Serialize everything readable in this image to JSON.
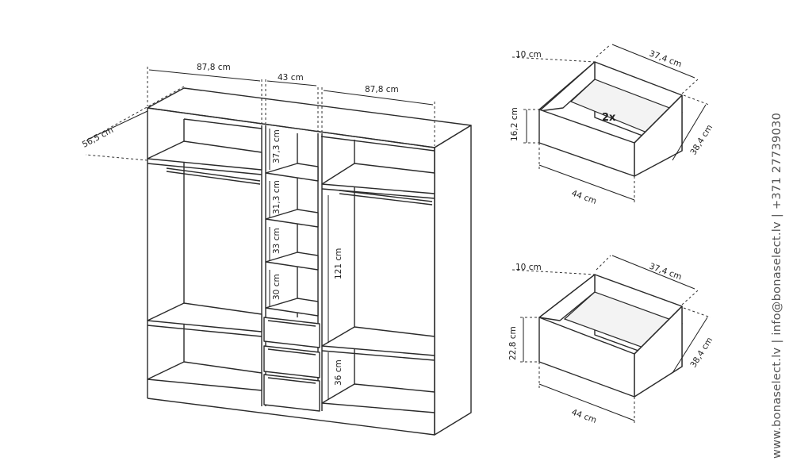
{
  "wardrobe": {
    "width_left": "87,8 cm",
    "width_middle": "43 cm",
    "width_right": "87,8 cm",
    "depth": "56,5 cm",
    "shelf_1": "37,3 cm",
    "shelf_2": "31,3 cm",
    "shelf_3": "33 cm",
    "shelf_4": "30 cm",
    "hang_height": "121 cm",
    "bottom_height": "36 cm"
  },
  "drawer_top": {
    "front_height": "16,2 cm",
    "front_width": "44 cm",
    "side_depth": "38,4 cm",
    "inner_width": "37,4 cm",
    "offset": "10 cm",
    "quantity": "2x"
  },
  "drawer_bottom": {
    "front_height": "22,8 cm",
    "front_width": "44 cm",
    "side_depth": "38,4 cm",
    "inner_width": "37,4 cm",
    "offset": "10 cm"
  },
  "contact": "www.bonaselect.lv  |  info@bonaselect.lv  |  +371 27739030"
}
